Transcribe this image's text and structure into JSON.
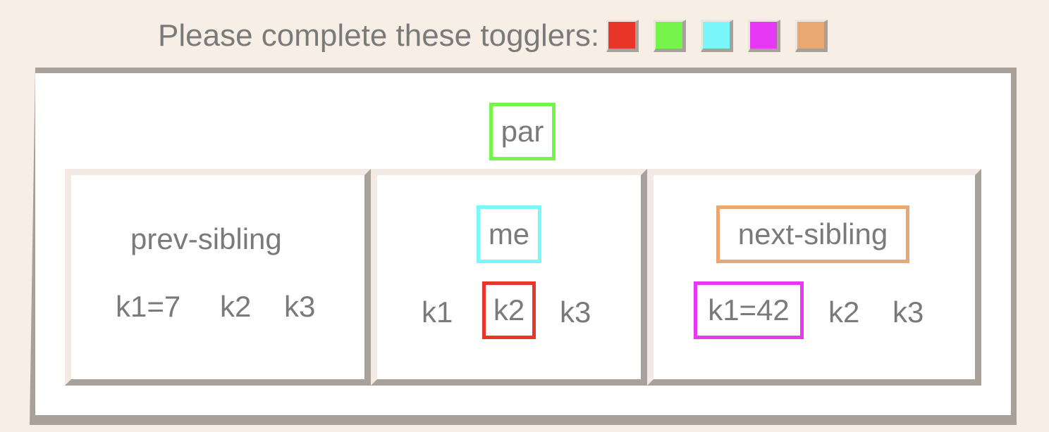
{
  "prompt": "Please complete these togglers:",
  "togglers": [
    {
      "name": "red",
      "color": "#e8362a"
    },
    {
      "name": "green",
      "color": "#75f54b"
    },
    {
      "name": "cyan",
      "color": "#79f7fb"
    },
    {
      "name": "magenta",
      "color": "#e637f2"
    },
    {
      "name": "orange",
      "color": "#e9a871"
    }
  ],
  "parent": {
    "label": "par",
    "color": "#75f54b"
  },
  "prev": {
    "label": "prev-sibling",
    "keys": [
      "k1=7",
      "k2",
      "k3"
    ]
  },
  "me": {
    "label": "me",
    "color": "#79f7fb",
    "keys": [
      "k1",
      "k2",
      "k3"
    ],
    "k2_color": "#e8362a"
  },
  "next": {
    "label": "next-sibling",
    "color": "#e9a871",
    "keys": [
      "k1=42",
      "k2",
      "k3"
    ],
    "k1_color": "#e637f2"
  }
}
